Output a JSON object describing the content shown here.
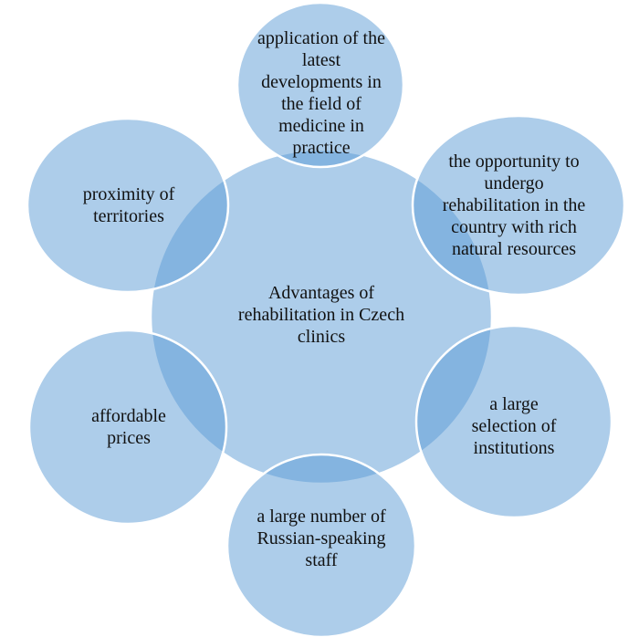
{
  "center": {
    "text": "Advantages of rehabilitation in Czech clinics"
  },
  "nodes": [
    {
      "text": "application of the latest developments in the field of medicine in practice"
    },
    {
      "text": "the opportunity to undergo rehabilitation in the country with rich natural resources"
    },
    {
      "text": "a large selection of institutions"
    },
    {
      "text": "a large number of Russian-speaking staff"
    },
    {
      "text": "affordable prices"
    },
    {
      "text": "proximity of territories"
    }
  ],
  "colors": {
    "fill": "#5b9bd5",
    "stroke": "#ffffff"
  }
}
